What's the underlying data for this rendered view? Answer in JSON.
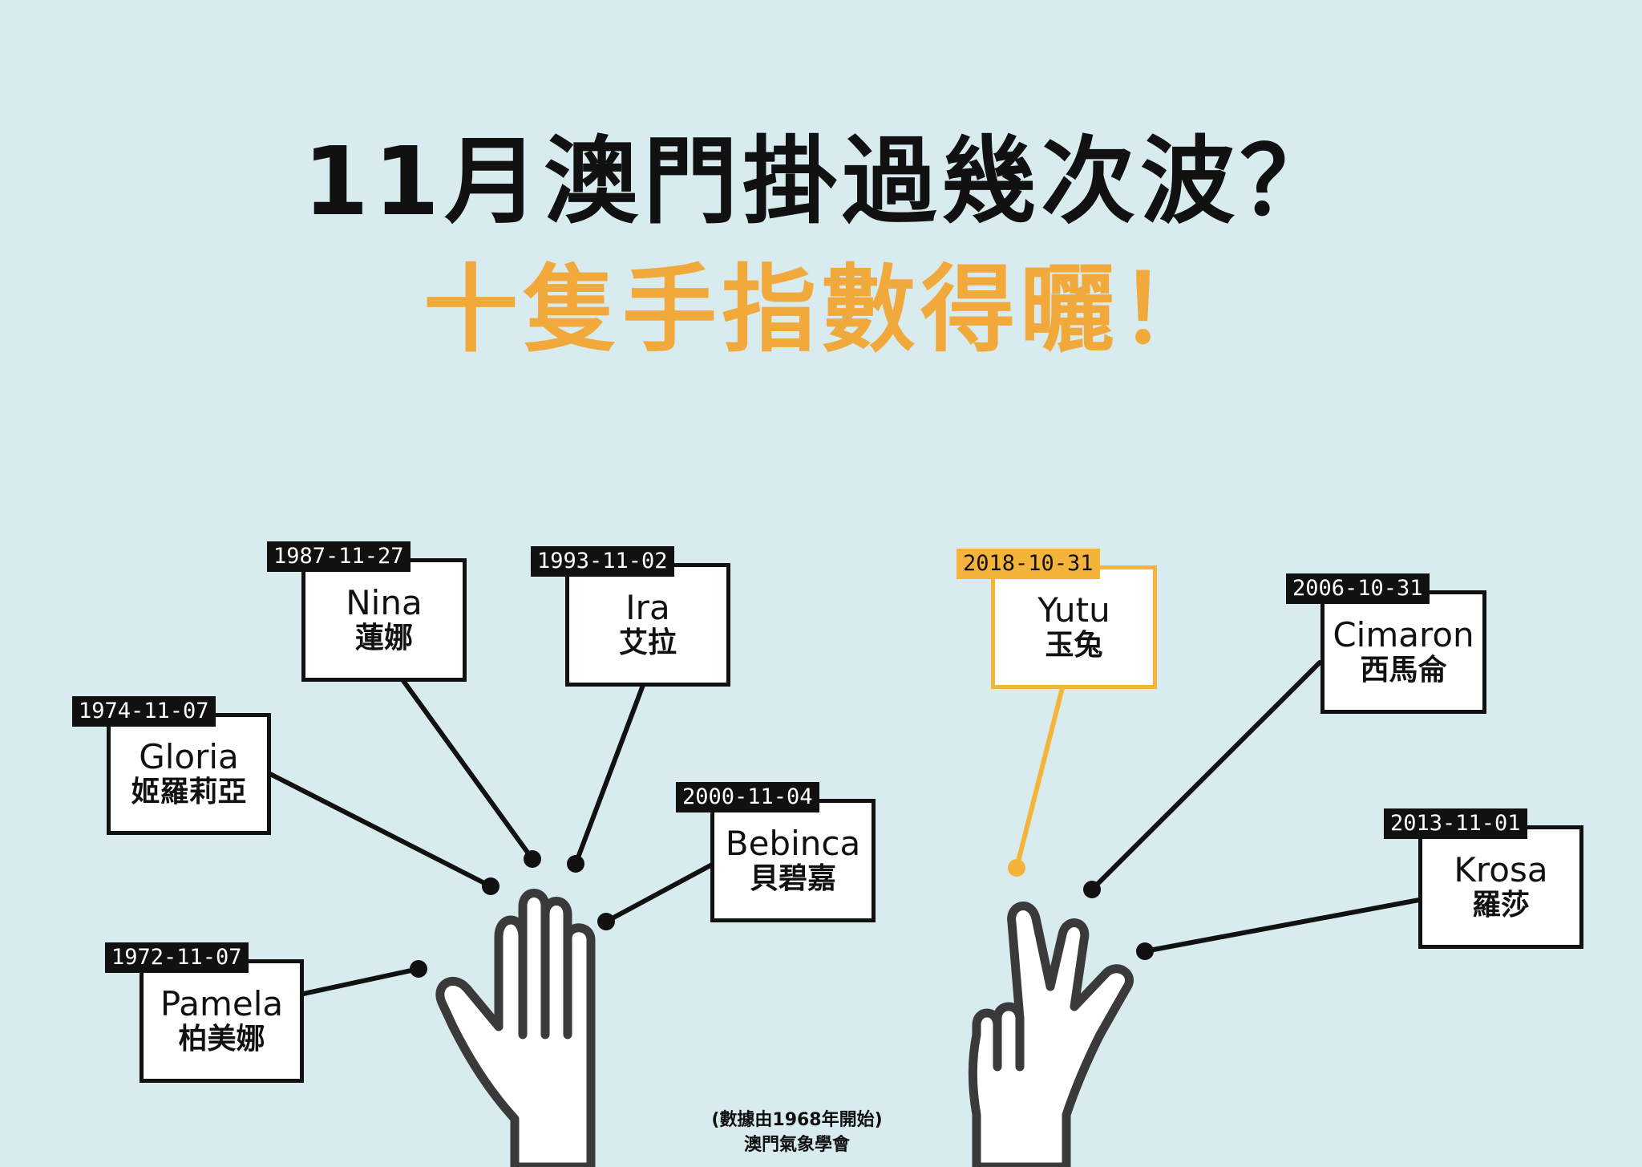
{
  "title": {
    "line1": "11月澳門掛過幾次波？",
    "line2": "十隻手指數得曬！"
  },
  "typhoons": [
    {
      "id": "pamela",
      "date": "1972-11-07",
      "name_en": "Pamela",
      "name_zh": "柏美娜"
    },
    {
      "id": "gloria",
      "date": "1974-11-07",
      "name_en": "Gloria",
      "name_zh": "姬羅莉亞"
    },
    {
      "id": "nina",
      "date": "1987-11-27",
      "name_en": "Nina",
      "name_zh": "蓮娜"
    },
    {
      "id": "ira",
      "date": "1993-11-02",
      "name_en": "Ira",
      "name_zh": "艾拉"
    },
    {
      "id": "bebinca",
      "date": "2000-11-04",
      "name_en": "Bebinca",
      "name_zh": "貝碧嘉"
    },
    {
      "id": "yutu",
      "date": "2018-10-31",
      "name_en": "Yutu",
      "name_zh": "玉兔",
      "highlight": true
    },
    {
      "id": "cimaron",
      "date": "2006-10-31",
      "name_en": "Cimaron",
      "name_zh": "西馬侖"
    },
    {
      "id": "krosa",
      "date": "2013-11-01",
      "name_en": "Krosa",
      "name_zh": "羅莎"
    }
  ],
  "footer": {
    "note": "(數據由1968年開始)",
    "source": "澳門氣象學會"
  },
  "colors": {
    "background": "#d8ebef",
    "accent": "#f2a93b",
    "ink": "#111111"
  }
}
